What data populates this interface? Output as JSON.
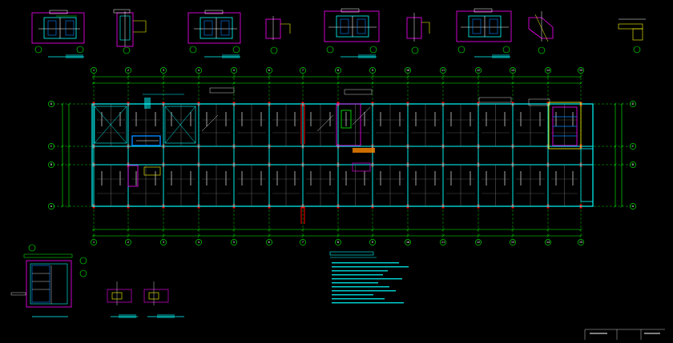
{
  "colors": {
    "background": "#000000",
    "grid": "#00ff00",
    "beam": "#00ffff",
    "column": "#ff0000",
    "detail": "#ff00ff",
    "text": "#ffffff",
    "rebar": "#0088ff",
    "highlight": "#ffff00"
  },
  "grid_axes": {
    "vertical": [
      "1",
      "2",
      "3",
      "4",
      "5",
      "6",
      "7",
      "8",
      "9",
      "10",
      "11",
      "12",
      "13",
      "14",
      "15"
    ],
    "horizontal": [
      "D",
      "C",
      "B",
      "A"
    ]
  },
  "icons": [
    "axis-bubble-icon",
    "section-marker-icon"
  ]
}
